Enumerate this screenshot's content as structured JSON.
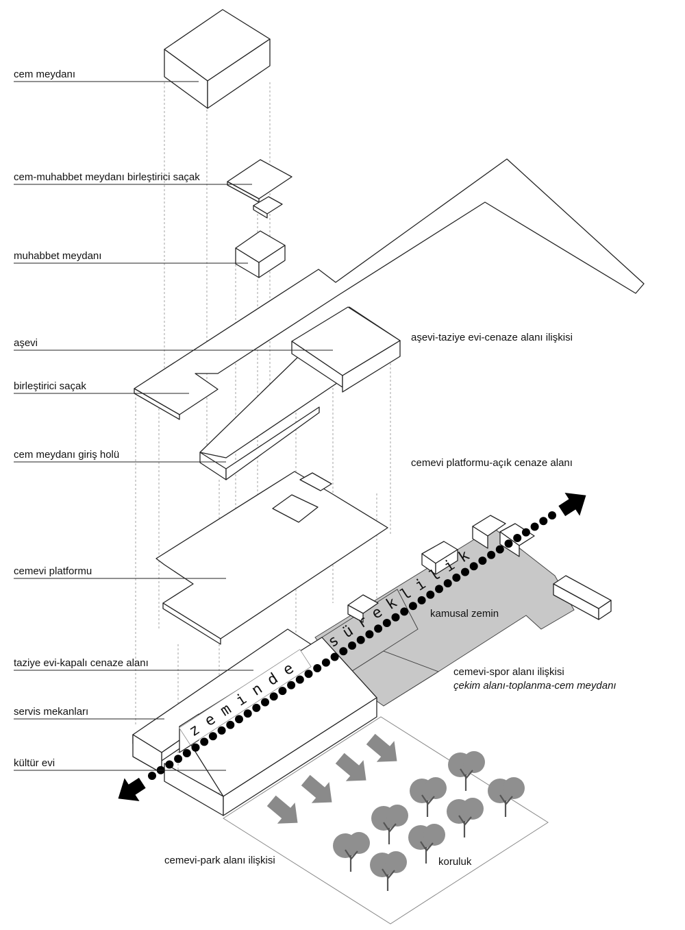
{
  "labels": {
    "cem_meydani": "cem meydanı",
    "birlestirici_sacak_top": "cem-muhabbet meydanı birleştirici saçak",
    "muhabbet_meydani": "muhabbet meydanı",
    "asevi": "aşevi",
    "birlestirici_sacak": "birleştirici saçak",
    "giris_holu": "cem meydanı giriş holü",
    "cemevi_platformu": "cemevi platformu",
    "taziye_evi": "taziye evi-kapalı cenaze alanı",
    "servis": "servis mekanları",
    "kultur_evi": "kültür evi",
    "asevi_iliskisi": "aşevi-taziye evi-cenaze alanı ilişkisi",
    "platform_acik": "cemevi platformu-açık cenaze alanı",
    "kamusal_zemin": "kamusal zemin",
    "spor_iliskisi": "cemevi-spor alanı ilişkisi",
    "spor_alt": "çekim alanı-toplanma-cem meydanı",
    "park_iliskisi": "cemevi-park alanı ilişkisi",
    "koruluk": "koruluk"
  },
  "continuity_word_1": "zeminde",
  "continuity_word_2": "süreklilik",
  "colors": {
    "ground_grey": "#c8c8c8",
    "arrow_grey": "#8a8a8a",
    "tree_grey": "#8f8f8f",
    "dots": "#000000"
  }
}
